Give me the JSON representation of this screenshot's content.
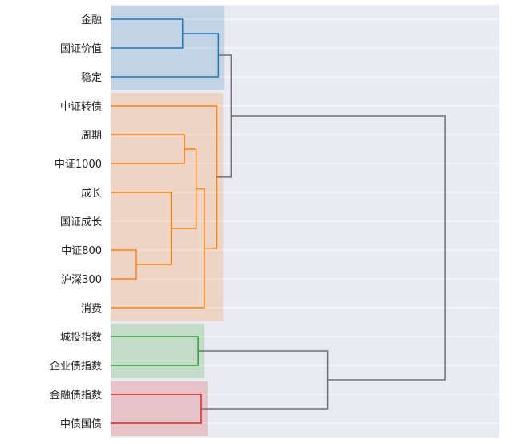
{
  "chart_data": {
    "type": "dendrogram",
    "orientation": "horizontal",
    "labels": [
      "金融",
      "国证价值",
      "稳定",
      "中证转债",
      "周期",
      "中证1000",
      "成长",
      "国证成长",
      "中证800",
      "沪深300",
      "消费",
      "城投指数",
      "企业债指数",
      "金融债指数",
      "中债国债"
    ],
    "links": [
      {
        "a": 0,
        "b": 1,
        "height": 0.185,
        "color": "#1f77b4"
      },
      {
        "a": "L0",
        "b": 2,
        "height": 0.277,
        "color": "#1f77b4"
      },
      {
        "a": 8,
        "b": 9,
        "height": 0.066,
        "color": "#ff7f0e"
      },
      {
        "a": 6,
        "b": "L2",
        "height": 0.156,
        "color": "#ff7f0e"
      },
      {
        "a": 4,
        "b": 5,
        "height": 0.19,
        "color": "#ff7f0e"
      },
      {
        "a": "L4",
        "b": 6.5,
        "height": 0.22,
        "color": "#ff7f0e",
        "right_id": "L3"
      },
      {
        "a": "L5",
        "b": 10,
        "height": 0.241,
        "color": "#ff7f0e"
      },
      {
        "a": 3,
        "b": "L6",
        "height": 0.273,
        "color": "#ff7f0e"
      },
      {
        "a": "L1",
        "b": "L7",
        "height": 0.31,
        "color": "#707070"
      },
      {
        "a": 11,
        "b": 12,
        "height": 0.225,
        "color": "#2ca02c"
      },
      {
        "a": 13,
        "b": 14,
        "height": 0.233,
        "color": "#d62728"
      },
      {
        "a": "L9",
        "b": "L10",
        "height": 0.558,
        "color": "#707070"
      },
      {
        "a": "L8",
        "b": "L11",
        "height": 0.86,
        "color": "#707070"
      }
    ],
    "clusters": [
      {
        "from": 0,
        "to": 2,
        "color": "#1f77b4"
      },
      {
        "from": 3,
        "to": 10,
        "color": "#ff7f0e"
      },
      {
        "from": 11,
        "to": 12,
        "color": "#2ca02c"
      },
      {
        "from": 13,
        "to": 14,
        "color": "#d62728"
      }
    ],
    "background": "#eaeaf2",
    "grid": true
  }
}
